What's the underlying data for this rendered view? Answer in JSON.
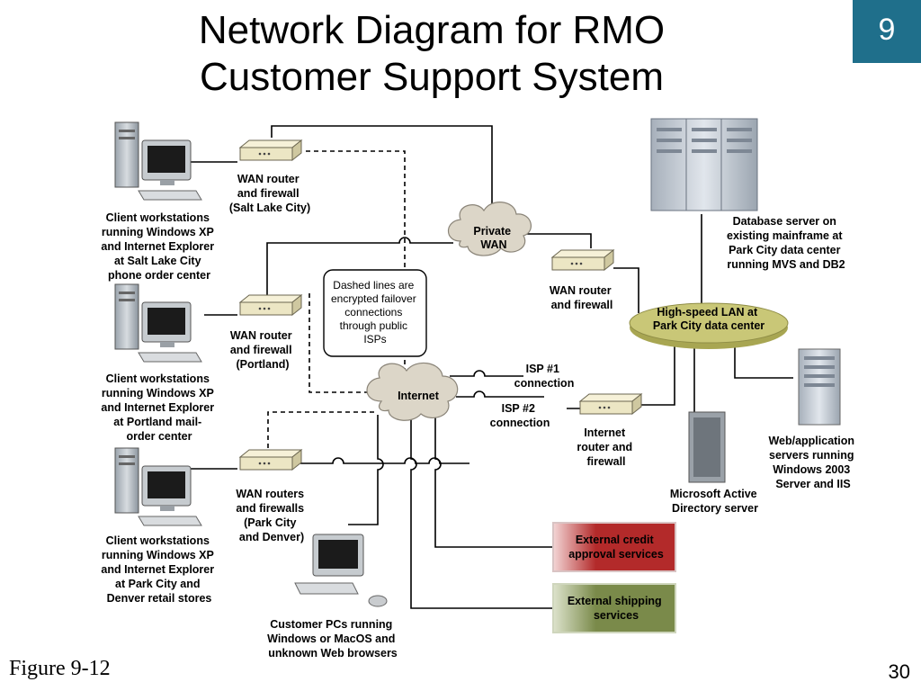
{
  "slide": {
    "title_line1": "Network Diagram for RMO",
    "title_line2": "Customer Support System",
    "chapter": "9",
    "figure_label": "Figure 9-12",
    "page_number": "30"
  },
  "colors": {
    "badge": "#1f6f8b",
    "cloud": "#dcd6c8",
    "router": "#ece6c4",
    "lan": "#c9c777",
    "credit_box": "#b32a2a",
    "shipping_box": "#7a8a4a",
    "line": "#000000"
  },
  "diagram": {
    "slc_workstations": [
      "Client workstations",
      "running Windows XP",
      "and Internet Explorer",
      "at Salt Lake City",
      "phone order center"
    ],
    "portland_workstations": [
      "Client workstations",
      "running Windows XP",
      "and Internet Explorer",
      "at Portland mail-",
      "order center"
    ],
    "retail_workstations": [
      "Client workstations",
      "running Windows XP",
      "and Internet Explorer",
      "at Park City and",
      "Denver retail stores"
    ],
    "router_slc": [
      "WAN router",
      "and firewall",
      "(Salt Lake City)"
    ],
    "router_portland": [
      "WAN router",
      "and firewall",
      "(Portland)"
    ],
    "router_retail": [
      "WAN routers",
      "and firewalls",
      "(Park City",
      "and Denver)"
    ],
    "private_wan": [
      "Private",
      "WAN"
    ],
    "internet": "Internet",
    "dashed_note": [
      "Dashed lines are",
      "encrypted failover",
      "connections",
      "through public",
      "ISPs"
    ],
    "router_parkcity": [
      "WAN router",
      "and firewall"
    ],
    "lan": [
      "High-speed LAN at",
      "Park City data center"
    ],
    "database_server": [
      "Database server on",
      "existing mainframe at",
      "Park City data center",
      "running MVS and DB2"
    ],
    "isp1": [
      "ISP #1",
      "connection"
    ],
    "isp2": [
      "ISP #2",
      "connection"
    ],
    "internet_router": [
      "Internet",
      "router and",
      "firewall"
    ],
    "active_directory": [
      "Microsoft Active",
      "Directory server"
    ],
    "web_servers": [
      "Web/application",
      "servers running",
      "Windows 2003",
      "Server and IIS"
    ],
    "credit_services": [
      "External credit",
      "approval services"
    ],
    "shipping_services": [
      "External shipping",
      "services"
    ],
    "customer_pcs": [
      "Customer PCs running",
      "Windows or MacOS and",
      "unknown Web browsers"
    ]
  }
}
